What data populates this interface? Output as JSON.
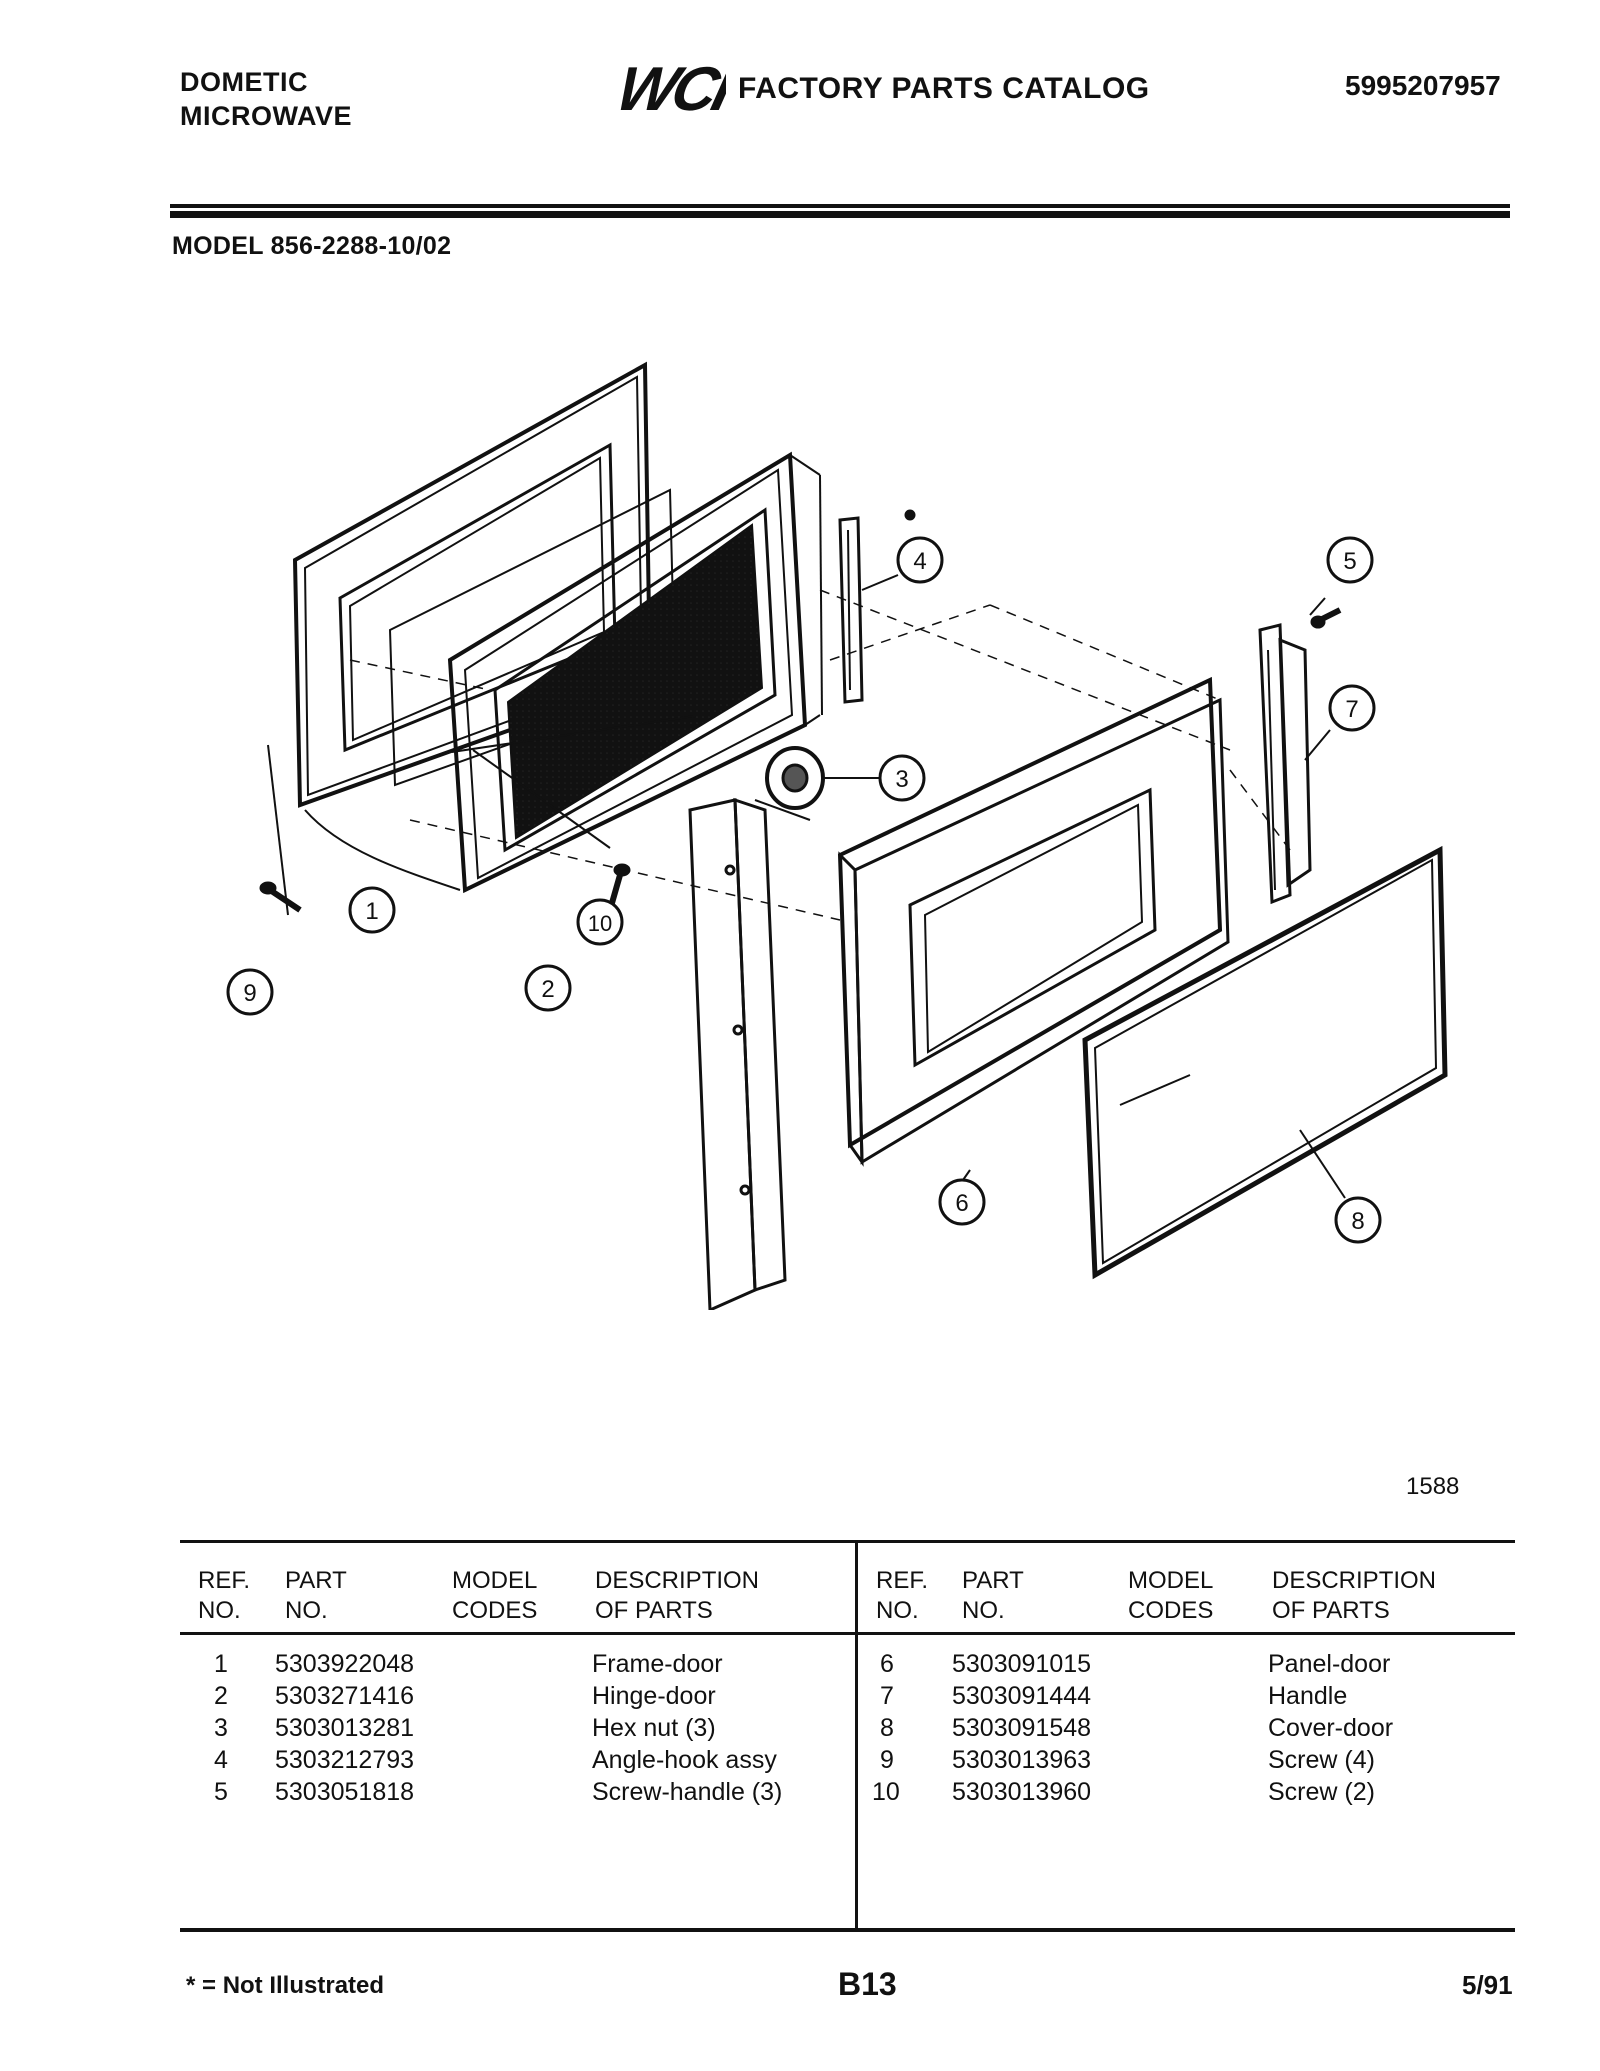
{
  "header": {
    "brand_line1": "DOMETIC",
    "brand_line2": "MICROWAVE",
    "logo_text": "WCI",
    "catalog_title": "FACTORY PARTS CATALOG",
    "catalog_number": "5995207957"
  },
  "model_label": "MODEL 856-2288-10/02",
  "figure_number": "1588",
  "callouts": [
    "1",
    "2",
    "3",
    "4",
    "5",
    "6",
    "7",
    "8",
    "9",
    "10"
  ],
  "table": {
    "headers": {
      "ref": [
        "REF.",
        "NO."
      ],
      "part": [
        "PART",
        "NO."
      ],
      "model": [
        "MODEL",
        "CODES"
      ],
      "desc": [
        "DESCRIPTION",
        "OF PARTS"
      ]
    },
    "left_rows": [
      {
        "ref": "1",
        "part": "5303922048",
        "desc": "Frame-door"
      },
      {
        "ref": "2",
        "part": "5303271416",
        "desc": "Hinge-door"
      },
      {
        "ref": "3",
        "part": "5303013281",
        "desc": "Hex nut (3)"
      },
      {
        "ref": "4",
        "part": "5303212793",
        "desc": "Angle-hook assy"
      },
      {
        "ref": "5",
        "part": "5303051818",
        "desc": "Screw-handle (3)"
      }
    ],
    "right_rows": [
      {
        "ref": "6",
        "part": "5303091015",
        "desc": "Panel-door"
      },
      {
        "ref": "7",
        "part": "5303091444",
        "desc": "Handle"
      },
      {
        "ref": "8",
        "part": "5303091548",
        "desc": "Cover-door"
      },
      {
        "ref": "9",
        "part": "5303013963",
        "desc": "Screw (4)"
      },
      {
        "ref": "10",
        "part": "5303013960",
        "desc": "Screw (2)"
      }
    ]
  },
  "footer": {
    "note": "* = Not Illustrated",
    "page": "B13",
    "date": "5/91"
  }
}
